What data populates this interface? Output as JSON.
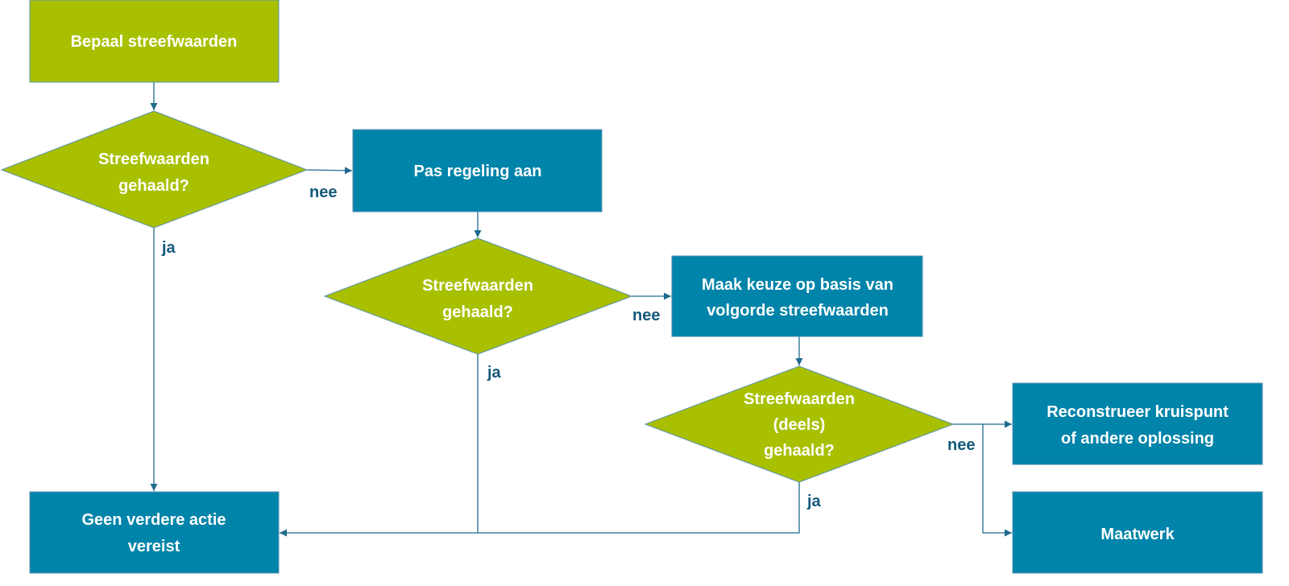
{
  "colors": {
    "decision": "#a8c000",
    "process": "#0084a9",
    "label": "#145a7c",
    "line": "#1f6a8e"
  },
  "nodes": {
    "start": {
      "lines": [
        "Bepaal streefwaarden"
      ]
    },
    "decision1": {
      "lines": [
        "Streefwaarden",
        "gehaald?"
      ]
    },
    "adjust": {
      "lines": [
        "Pas regeling aan"
      ]
    },
    "decision2": {
      "lines": [
        "Streefwaarden",
        "gehaald?"
      ]
    },
    "choose": {
      "lines": [
        "Maak keuze op basis van",
        "volgorde streefwaarden"
      ]
    },
    "decision3": {
      "lines": [
        "Streefwaarden",
        "(deels)",
        "gehaald?"
      ]
    },
    "reconstruct": {
      "lines": [
        "Reconstrueer kruispunt",
        "of andere oplossing"
      ]
    },
    "custom": {
      "lines": [
        "Maatwerk"
      ]
    },
    "no_action": {
      "lines": [
        "Geen verdere actie",
        "vereist"
      ]
    }
  },
  "edge_labels": {
    "d1_no": "nee",
    "d1_yes": "ja",
    "d2_no": "nee",
    "d2_yes": "ja",
    "d3_no": "nee",
    "d3_yes": "ja"
  }
}
